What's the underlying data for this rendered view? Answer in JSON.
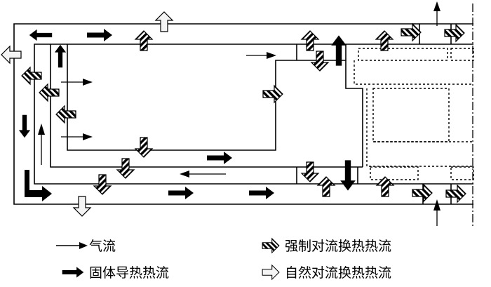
{
  "diagram": {
    "type": "heat-flow-schematic",
    "colors": {
      "line": "#000000",
      "background": "#ffffff",
      "hatch_light": "#ffffff"
    }
  },
  "legend": {
    "items": [
      {
        "key": "airflow",
        "icon": "thin-arrow-icon",
        "label": "气流"
      },
      {
        "key": "forced",
        "icon": "hatched-arrow-icon",
        "label": "强制对流换热热流"
      },
      {
        "key": "solid",
        "icon": "thick-black-arrow-icon",
        "label": "固体导热热流"
      },
      {
        "key": "natural",
        "icon": "hollow-arrow-icon",
        "label": "自然对流换热热流"
      }
    ]
  }
}
